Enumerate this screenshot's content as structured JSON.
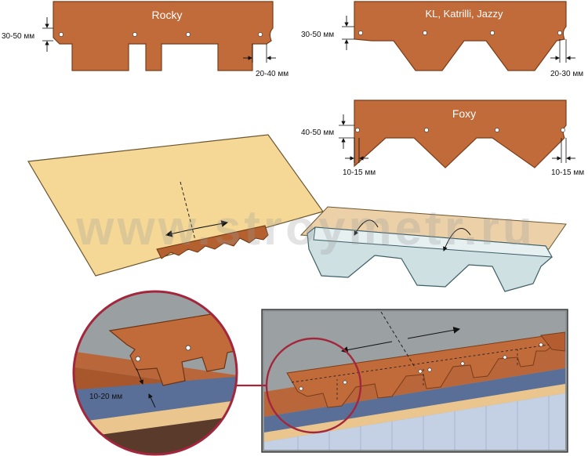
{
  "shingles": {
    "rocky": {
      "name": "Rocky",
      "height_dim": "30-50 мм",
      "gap_dim": "20-40 мм"
    },
    "kl": {
      "name": "KL, Katrilli, Jazzy",
      "height_dim": "30-50 мм",
      "gap_dim": "20-30 мм"
    },
    "foxy": {
      "name": "Foxy",
      "height_dim": "40-50 мм",
      "left_dim": "10-15 мм",
      "right_dim": "10-15 мм"
    }
  },
  "detail": {
    "overlap_dim": "10-20 мм"
  },
  "watermark": "www.stroymetr.ru",
  "colors": {
    "shingle": "#c16a3a",
    "shingle_dark": "#8a4520",
    "roof_sheet": "#f6d896",
    "metal": "#cfe0e2",
    "frame_gray": "#8f9597",
    "circle": "#a3263c",
    "wood": "#eac58e",
    "blue_strip": "#5a6f98"
  }
}
